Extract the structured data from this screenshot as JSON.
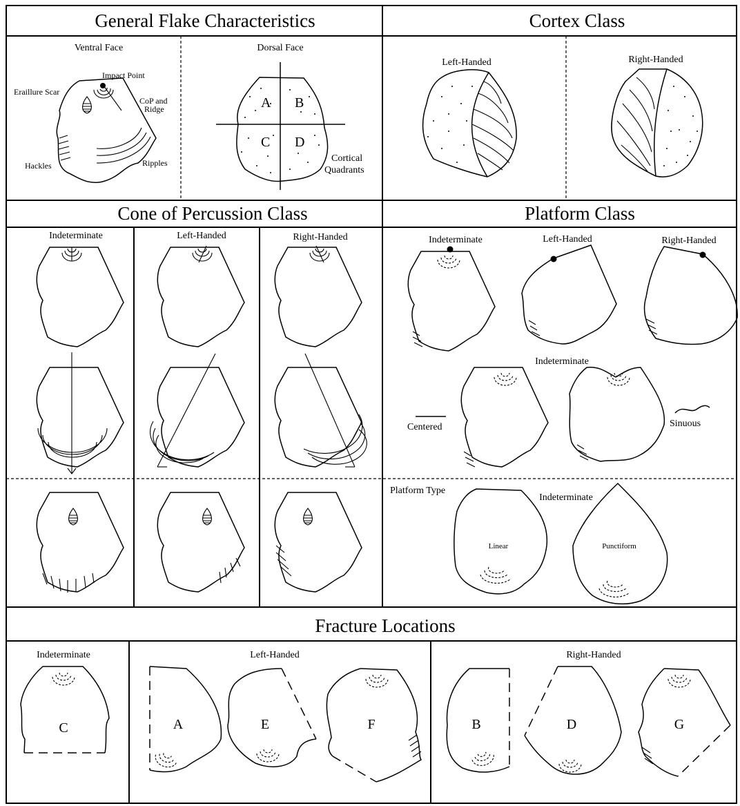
{
  "headers": {
    "general": "General Flake Characteristics",
    "cortex": "Cortex Class",
    "cone": "Cone of Percussion Class",
    "platform": "Platform Class",
    "fracture": "Fracture Locations"
  },
  "general": {
    "ventral_face": "Ventral Face",
    "impact_point": "Impact Point",
    "eraillure_scar": "Eraillure Scar",
    "cop_line1": "CoP and",
    "cop_line2": "Ridge",
    "hackles": "Hackles",
    "ripples": "Ripples",
    "dorsal_face": "Dorsal Face",
    "quad_a": "A",
    "quad_b": "B",
    "quad_c": "C",
    "quad_d": "D",
    "cortical_line1": "Cortical",
    "cortical_line2": "Quadrants"
  },
  "cortex": {
    "left_handed": "Left-Handed",
    "right_handed": "Right-Handed"
  },
  "cone": {
    "indeterminate": "Indeterminate",
    "left_handed": "Left-Handed",
    "right_handed": "Right-Handed"
  },
  "platform": {
    "indeterminate": "Indeterminate",
    "left_handed": "Left-Handed",
    "right_handed": "Right-Handed",
    "indeterminate_2": "Indeterminate",
    "centered": "Centered",
    "sinuous": "Sinuous",
    "platform_type": "Platform Type",
    "indeterminate_3": "Indeterminate",
    "linear": "Linear",
    "punctiform": "Punctiform"
  },
  "fracture": {
    "indeterminate": "Indeterminate",
    "left_handed": "Left-Handed",
    "right_handed": "Right-Handed",
    "flake_c": "C",
    "flake_a": "A",
    "flake_e": "E",
    "flake_f": "F",
    "flake_b": "B",
    "flake_d": "D",
    "flake_g": "G"
  }
}
